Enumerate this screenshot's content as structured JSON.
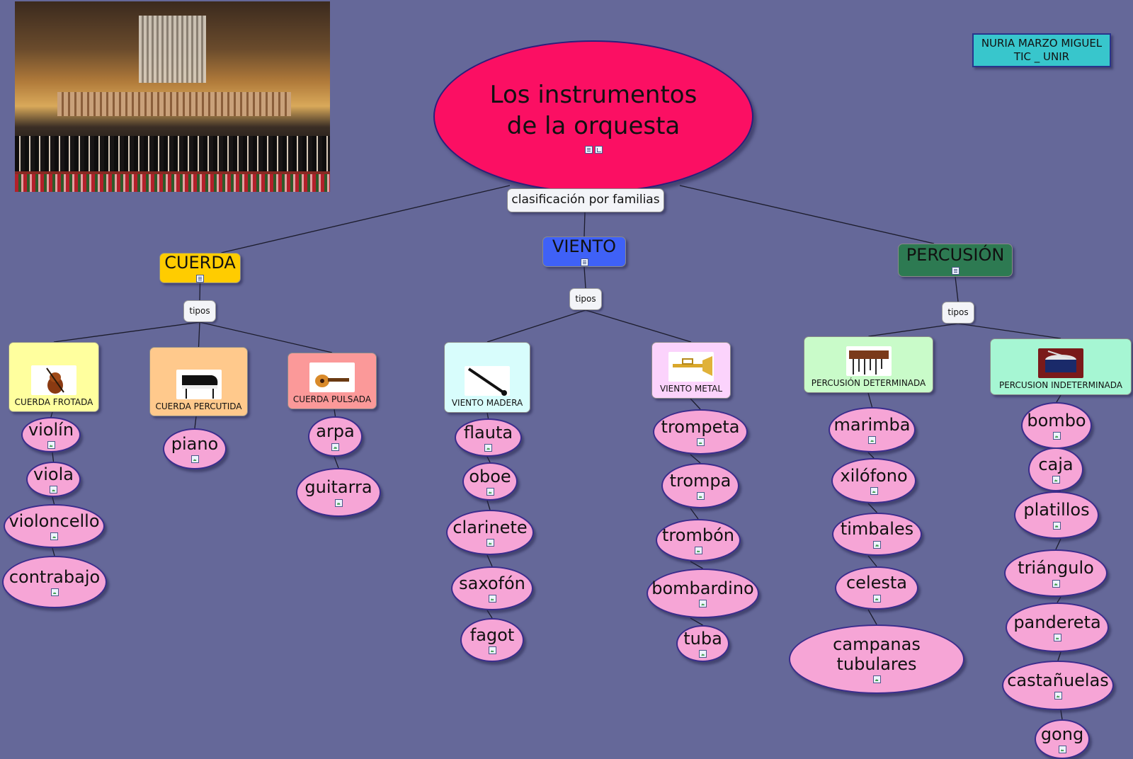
{
  "colors": {
    "background": "#656899",
    "title_fill": "#fb0f63",
    "cuerda": "#ffcc00",
    "viento": "#3f61f7",
    "percusion": "#2d7a52",
    "instrument_fill": "#f6a5d6",
    "author_fill": "#38c6cc"
  },
  "photo": {
    "icon": "orchestra-hall-photo"
  },
  "author": {
    "line1": "NURIA MARZO MIGUEL",
    "line2": "TIC _ UNIR"
  },
  "title": {
    "line1": "Los instrumentos",
    "line2": "de la orquesta"
  },
  "link_label": "clasificación por familias",
  "families": {
    "cuerda": {
      "label": "CUERDA",
      "tipos": "tipos",
      "types": [
        {
          "label": "CUERDA FROTADA",
          "icon": "violin-icon",
          "color": "#ffff9e",
          "instruments": [
            "violín",
            "viola",
            "violoncello",
            "contrabajo"
          ]
        },
        {
          "label": "CUERDA PERCUTIDA",
          "icon": "piano-icon",
          "color": "#ffc98c",
          "instruments": [
            "piano"
          ]
        },
        {
          "label": "CUERDA PULSADA",
          "icon": "guitar-icon",
          "color": "#fb9999",
          "instruments": [
            "arpa",
            "guitarra"
          ]
        }
      ]
    },
    "viento": {
      "label": "VIENTO",
      "tipos": "tipos",
      "types": [
        {
          "label": "VIENTO MADERA",
          "icon": "clarinet-icon",
          "color": "#d8fdfc",
          "instruments": [
            "flauta",
            "oboe",
            "clarinete",
            "saxofón",
            "fagot"
          ]
        },
        {
          "label": "VIENTO METAL",
          "icon": "trumpet-icon",
          "color": "#fbd3fc",
          "instruments": [
            "trompeta",
            "trompa",
            "trombón",
            "bombardino",
            "tuba"
          ]
        }
      ]
    },
    "percusion": {
      "label": "PERCUSIÓN",
      "tipos": "tipos",
      "types": [
        {
          "label": "PERCUSIÓN DETERMINADA",
          "icon": "marimba-icon",
          "color": "#c9fbc9",
          "instruments": [
            "marimba",
            "xilófono",
            "timbales",
            "celesta",
            "campanas tubulares"
          ]
        },
        {
          "label": "PERCUSION INDETERMINADA",
          "icon": "drum-icon",
          "color": "#a6f6d3",
          "instruments": [
            "bombo",
            "caja",
            "platillos",
            "triángulo",
            "pandereta",
            "castañuelas",
            "gong"
          ]
        }
      ]
    }
  }
}
